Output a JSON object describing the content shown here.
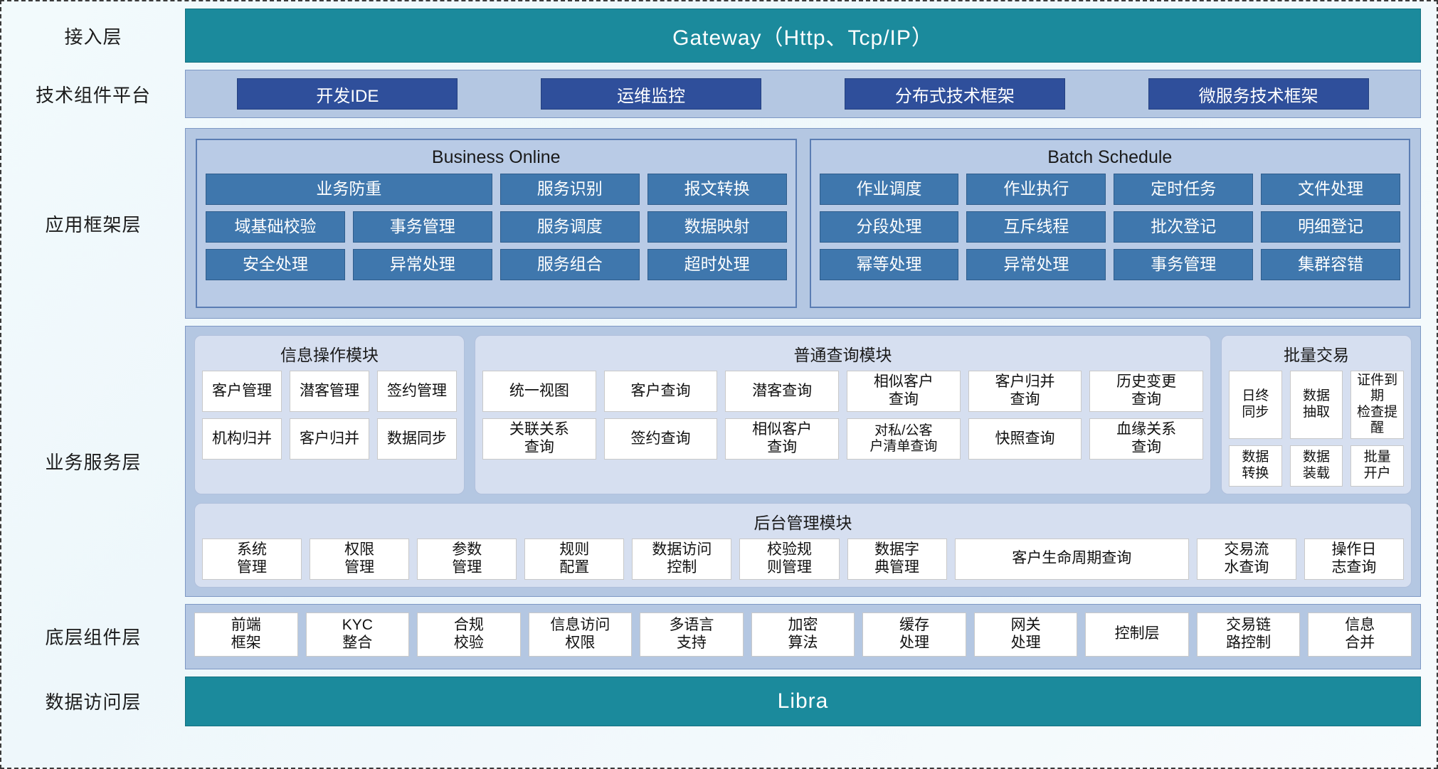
{
  "layers": {
    "access": {
      "label": "接入层",
      "banner": "Gateway（Http、Tcp/IP）"
    },
    "tech": {
      "label": "技术组件平台",
      "chips": [
        "开发IDE",
        "运维监控",
        "分布式技术框架",
        "微服务技术框架"
      ]
    },
    "appfw": {
      "label": "应用框架层"
    },
    "business": {
      "label": "业务服务层"
    },
    "base": {
      "label": "底层组件层"
    },
    "data": {
      "label": "数据访问层",
      "banner": "Libra"
    }
  },
  "app_framework": {
    "groups": [
      {
        "title": "Business Online",
        "cells": [
          {
            "text": "业务防重",
            "span": 2
          },
          {
            "text": "服务识别",
            "span": 1
          },
          {
            "text": "报文转换",
            "span": 1
          },
          {
            "text": "域基础校验",
            "span": 1
          },
          {
            "text": "事务管理",
            "span": 1
          },
          {
            "text": "服务调度",
            "span": 1
          },
          {
            "text": "数据映射",
            "span": 1
          },
          {
            "text": "安全处理",
            "span": 1
          },
          {
            "text": "异常处理",
            "span": 1
          },
          {
            "text": "服务组合",
            "span": 1
          },
          {
            "text": "超时处理",
            "span": 1
          }
        ]
      },
      {
        "title": "Batch Schedule",
        "cells": [
          {
            "text": "作业调度",
            "span": 1
          },
          {
            "text": "作业执行",
            "span": 1
          },
          {
            "text": "定时任务",
            "span": 1
          },
          {
            "text": "文件处理",
            "span": 1
          },
          {
            "text": "分段处理",
            "span": 1
          },
          {
            "text": "互斥线程",
            "span": 1
          },
          {
            "text": "批次登记",
            "span": 1
          },
          {
            "text": "明细登记",
            "span": 1
          },
          {
            "text": "幂等处理",
            "span": 1
          },
          {
            "text": "异常处理",
            "span": 1
          },
          {
            "text": "事务管理",
            "span": 1
          },
          {
            "text": "集群容错",
            "span": 1
          }
        ]
      }
    ]
  },
  "business_service": {
    "info_module": {
      "title": "信息操作模块",
      "cells": [
        "客户管理",
        "潜客管理",
        "签约管理",
        "机构归并",
        "客户归并",
        "数据同步"
      ]
    },
    "query_module": {
      "title": "普通查询模块",
      "cells": [
        "统一视图",
        "客户查询",
        "潜客查询",
        "相似客户\n查询",
        "客户归并\n查询",
        "历史变更\n查询",
        "关联关系\n查询",
        "签约查询",
        "相似客户\n查询",
        "对私/公客\n户清单查询",
        "快照查询",
        "血缘关系\n查询"
      ]
    },
    "batch_module": {
      "title": "批量交易",
      "cells": [
        "日终\n同步",
        "数据\n抽取",
        "证件到期\n检查提醒",
        "数据\n转换",
        "数据\n装载",
        "批量\n开户"
      ]
    },
    "admin_module": {
      "title": "后台管理模块",
      "cells": [
        "系统\n管理",
        "权限\n管理",
        "参数\n管理",
        "规则\n配置",
        "数据访问\n控制",
        "校验规\n则管理",
        "数据字\n典管理",
        "客户生命周期查询",
        "交易流\n水查询",
        "操作日\n志查询"
      ]
    }
  },
  "base_components": {
    "cells": [
      "前端\n框架",
      "KYC\n整合",
      "合规\n校验",
      "信息访问\n权限",
      "多语言\n支持",
      "加密\n算法",
      "缓存\n处理",
      "网关\n处理",
      "控制层",
      "交易链\n路控制",
      "信息\n合并"
    ]
  },
  "colors": {
    "teal": "#1b8a9c",
    "dark_blue_chip": "#2f4f9b",
    "framework_cell": "#3f77ad",
    "panel": "#b4c7e2",
    "module_panel": "#d6dff0"
  }
}
